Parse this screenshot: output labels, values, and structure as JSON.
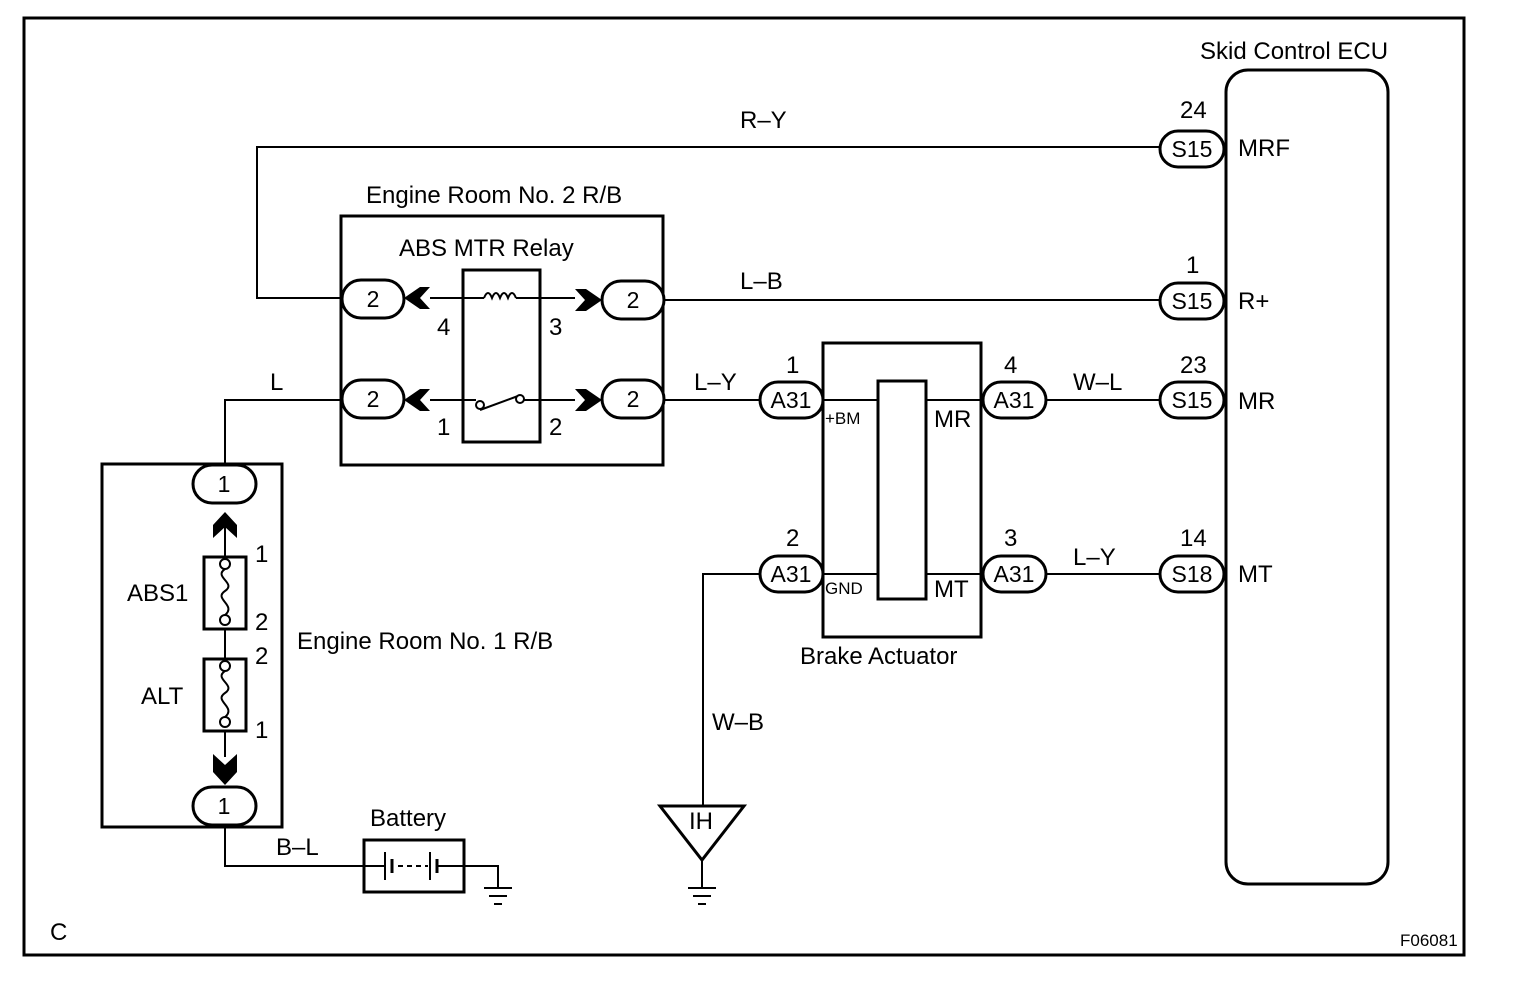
{
  "figure": {
    "corner_letter": "C",
    "figure_id": "F06081"
  },
  "ecu": {
    "label": "Skid Control ECU",
    "terminals": [
      "MRF",
      "R+",
      "MR",
      "MT"
    ]
  },
  "connectors": {
    "s15_mrf": {
      "code": "S15",
      "pin": "24"
    },
    "s15_rplus": {
      "code": "S15",
      "pin": "1"
    },
    "s15_mr": {
      "code": "S15",
      "pin": "23"
    },
    "s18_mt": {
      "code": "S18",
      "pin": "14"
    },
    "a31_1": {
      "code": "A31",
      "pin": "1"
    },
    "a31_4": {
      "code": "A31",
      "pin": "4"
    },
    "a31_2": {
      "code": "A31",
      "pin": "2"
    },
    "a31_3": {
      "code": "A31",
      "pin": "3"
    },
    "rb2_tl": {
      "code": "2"
    },
    "rb2_tr": {
      "code": "2"
    },
    "rb2_bl": {
      "code": "2"
    },
    "rb2_br": {
      "code": "2"
    },
    "rb1_top": {
      "code": "1"
    },
    "rb1_bottom": {
      "code": "1"
    }
  },
  "wires": {
    "r_y": "R–Y",
    "l_b": "L–B",
    "l_y_relay": "L–Y",
    "w_l": "W–L",
    "l_y_mt": "L–Y",
    "l": "L",
    "w_b": "W–B",
    "b_l": "B–L"
  },
  "relay_box": {
    "label": "Engine Room No. 2 R/B",
    "relay_label": "ABS MTR Relay",
    "pins": [
      "4",
      "3",
      "1",
      "2"
    ]
  },
  "fuse_box": {
    "label": "Engine Room No. 1 R/B",
    "fuses": [
      "ABS1",
      "ALT"
    ],
    "fuse_pins": [
      "1",
      "2",
      "2",
      "1"
    ]
  },
  "actuator": {
    "label": "Brake Actuator",
    "terminals": [
      "+BM",
      "MR",
      "GND",
      "MT"
    ]
  },
  "battery": {
    "label": "Battery"
  },
  "ground_point": {
    "label": "IH"
  }
}
